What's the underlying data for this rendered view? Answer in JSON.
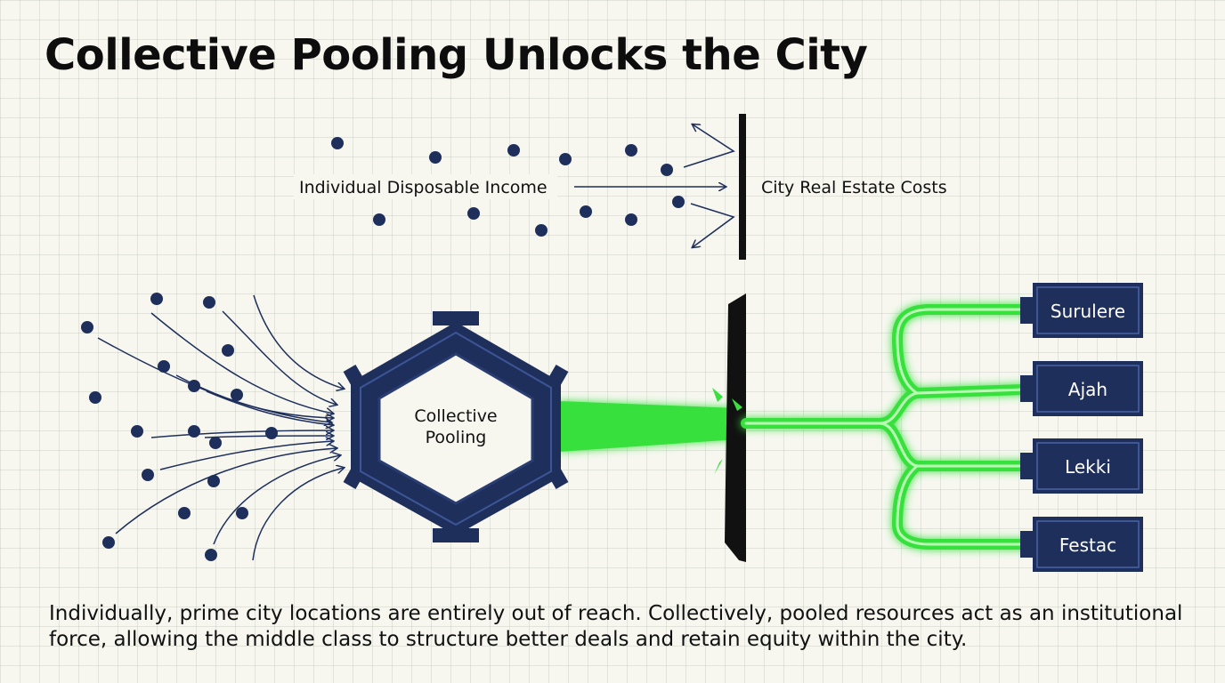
{
  "title": "Collective Pooling Unlocks the City",
  "top_flow": {
    "source_label": "Individual Disposable Income",
    "barrier_label": "City Real Estate Costs"
  },
  "hub": {
    "line1": "Collective",
    "line2": "Pooling"
  },
  "districts": [
    {
      "label": "Surulere"
    },
    {
      "label": "Ajah"
    },
    {
      "label": "Lekki"
    },
    {
      "label": "Festac"
    }
  ],
  "caption": "Individually, prime city locations are entirely out of reach. Collectively, pooled resources act as an institutional force, allowing the middle class to structure better deals and retain equity within the city.",
  "colors": {
    "navy": "#1f2f5c",
    "green": "#39e03e",
    "barrier": "#111111"
  }
}
